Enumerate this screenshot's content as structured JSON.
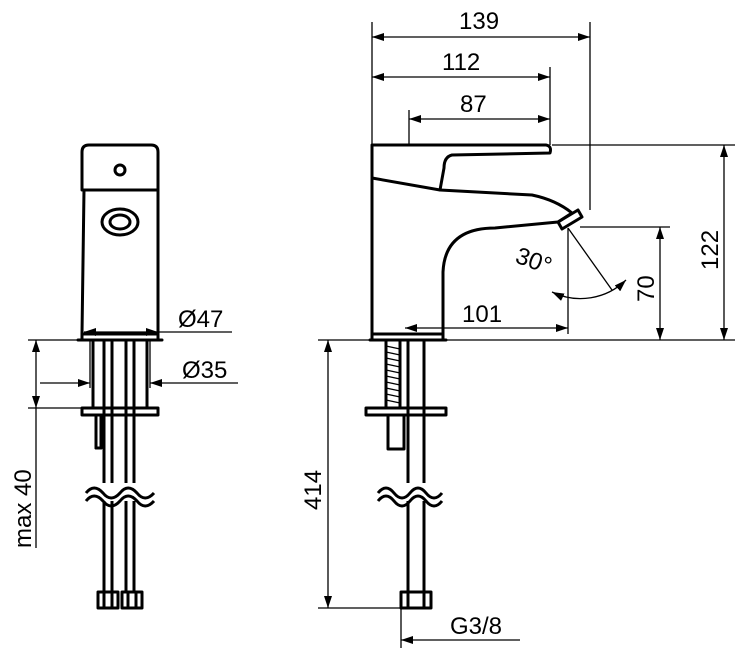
{
  "drawing": {
    "dimensions": {
      "d139": "139",
      "d112": "112",
      "d87": "87",
      "d122": "122",
      "d70": "70",
      "angle": "30°",
      "d101": "101",
      "d414": "414",
      "thread": "G3/8",
      "dia47": "Ø47",
      "dia35": "Ø35",
      "max40": "max 40"
    }
  }
}
